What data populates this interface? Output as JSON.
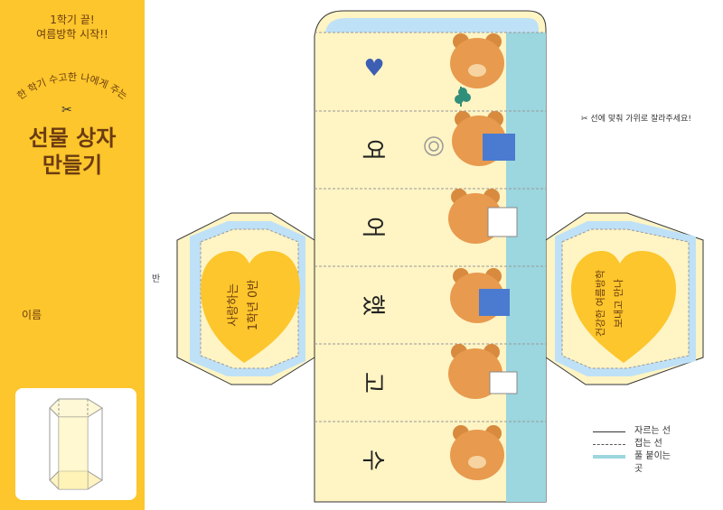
{
  "sidebar": {
    "top_line1": "1학기 끝!",
    "top_line2": "여름방학 시작!!",
    "arc_text": "한 학기 수고한 나에게 주는",
    "title_line1": "선물 상자",
    "title_line2": "만들기",
    "name_label": "이름"
  },
  "cut_note": "선에 맞춰 가위로 잘라주세요!",
  "side_mark": "반",
  "strip": {
    "panels": [
      "♥",
      "여",
      "어",
      "했",
      "고",
      "수"
    ]
  },
  "hex_left": {
    "line1": "사랑하는",
    "line2": "1학년 0반"
  },
  "hex_right": {
    "line1": "건강한 여름방학",
    "line2": "보내고 만나"
  },
  "legend": {
    "cut": "자르는 선",
    "fold": "접는 선",
    "glue": "풀 붙이는",
    "glue2": "곳"
  },
  "colors": {
    "sidebar": "#fcc62c",
    "paper": "#fff4c4",
    "glue": "#9cd6de",
    "hex_blue": "#bfe1f7",
    "heart": "#fcc62c"
  }
}
